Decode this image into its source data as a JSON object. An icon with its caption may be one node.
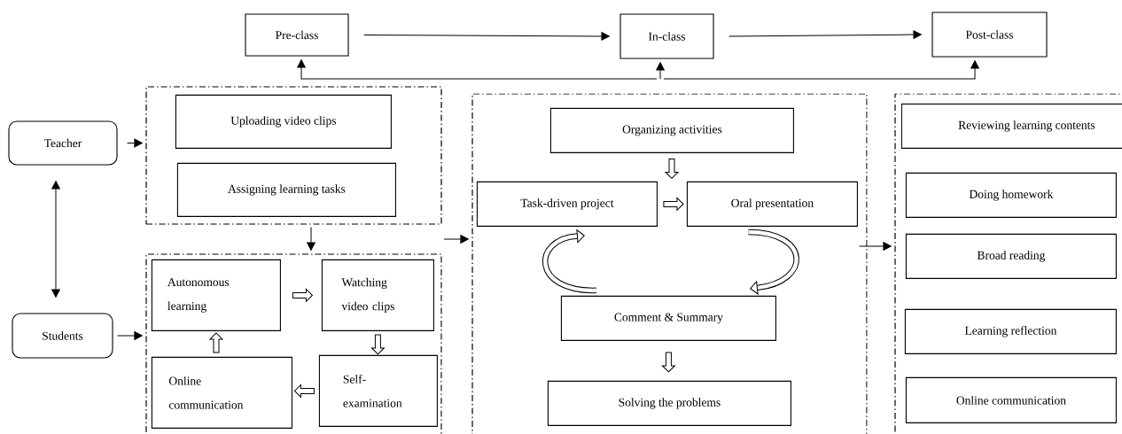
{
  "diagram": {
    "nodes": [
      {
        "text": [
          "Pre-class"
        ]
      },
      {
        "text": [
          "In-class"
        ]
      },
      {
        "text": [
          "Post-class"
        ]
      },
      {
        "text": [
          "Teacher"
        ]
      },
      {
        "text": [
          "Students"
        ]
      },
      {
        "text": [],
        "shape": "box"
      },
      {
        "text": [
          "Uploading video clips"
        ],
        "in": 5
      },
      {
        "text": [
          "Assigning learning tasks"
        ],
        "in": 5
      },
      {
        "text": [],
        "shape": "box"
      },
      {
        "text": [
          "Autonomous learning"
        ],
        "in": 8
      },
      {
        "text": [
          "Watching video clips"
        ],
        "in": 8
      },
      {
        "text": [
          "Self-examination"
        ],
        "in": 8
      },
      {
        "text": [
          "Online communication"
        ],
        "in": 8
      },
      {
        "text": [],
        "shape": "box"
      },
      {
        "text": [
          "Organizing activities"
        ],
        "in": 13
      },
      {
        "text": [
          "Task-driven project"
        ],
        "in": 13
      },
      {
        "text": [
          "Oral presentation"
        ],
        "in": 13
      },
      {
        "text": [
          "Comment & Summary"
        ],
        "in": 13
      },
      {
        "text": [
          "Solving the problems"
        ],
        "in": 13
      },
      {
        "text": [],
        "shape": "box"
      },
      {
        "text": [
          "Reviewing learning contents"
        ],
        "in": 19
      },
      {
        "text": [
          "Doing homework"
        ],
        "in": 19
      },
      {
        "text": [
          "Broad reading"
        ],
        "in": 19
      },
      {
        "text": [
          "Learning reflection"
        ],
        "in": 19
      },
      {
        "text": [
          "Online communication"
        ],
        "in": 19
      }
    ],
    "edges": [
      {
        "from": 0,
        "to": 1,
        "arrow": "to"
      },
      {
        "from": 1,
        "to": 2,
        "arrow": "to"
      },
      {
        "from": null,
        "to": 0,
        "arrow": "to"
      },
      {
        "from": null,
        "to": 1,
        "arrow": "to"
      },
      {
        "from": null,
        "to": 2,
        "arrow": "to"
      },
      {
        "from": 3,
        "to": 5,
        "arrow": "to"
      },
      {
        "from": 4,
        "to": 8,
        "arrow": "to"
      },
      {
        "from": 3,
        "to": 4,
        "arrow": "both"
      },
      {
        "from": 5,
        "to": 8,
        "arrow": "to"
      },
      {
        "from": null,
        "to": 13,
        "arrow": "to"
      },
      {
        "from": 13,
        "to": 19,
        "arrow": "to"
      },
      {
        "from": 9,
        "to": 10,
        "arrow": "to"
      },
      {
        "from": 10,
        "to": 11,
        "arrow": "to"
      },
      {
        "from": 11,
        "to": 12,
        "arrow": "to"
      },
      {
        "from": 12,
        "to": 9,
        "arrow": "to"
      },
      {
        "from": 14,
        "to": 15,
        "arrow": "to"
      },
      {
        "from": 15,
        "to": 16,
        "arrow": "to"
      },
      {
        "from": 16,
        "to": 17,
        "arrow": "to",
        "style": "thick"
      },
      {
        "from": 17,
        "to": 15,
        "arrow": "to",
        "style": "thick"
      },
      {
        "from": 17,
        "to": 18,
        "arrow": "to"
      }
    ]
  }
}
